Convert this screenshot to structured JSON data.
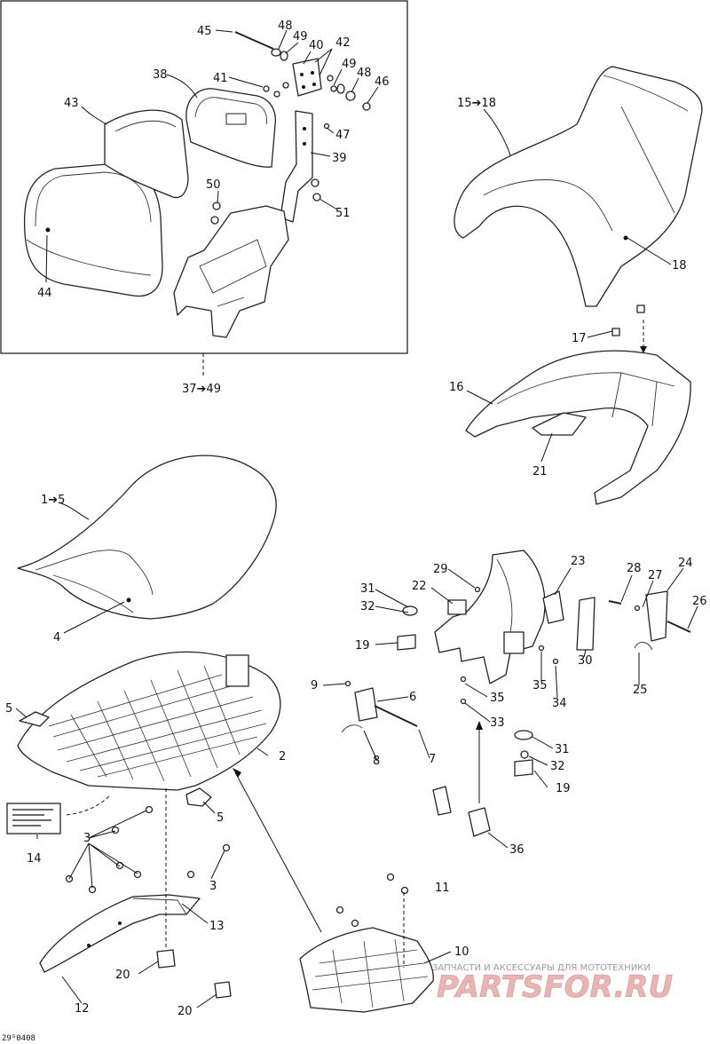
{
  "labels": {
    "l45": "45",
    "l48a": "48",
    "l49a": "49",
    "l40": "40",
    "l42": "42",
    "l41": "41",
    "l49b": "49",
    "l48b": "48",
    "l46": "46",
    "l38": "38",
    "l43": "43",
    "l47": "47",
    "l39": "39",
    "l50": "50",
    "l51": "51",
    "l44": "44",
    "l37_49": "37➔49",
    "l15_18": "15➔18",
    "l18": "18",
    "l17": "17",
    "l16": "16",
    "l21": "21",
    "l1_5": "1➔5",
    "l4": "4",
    "l5a": "5",
    "l2": "2",
    "l5b": "5",
    "l14": "14",
    "l3a": "3",
    "l3b": "3",
    "l13": "13",
    "l12": "12",
    "l20a": "20",
    "l20b": "20",
    "l11": "11",
    "l10": "10",
    "l29": "29",
    "l23": "23",
    "l22": "22",
    "l31a": "31",
    "l32a": "32",
    "l19a": "19",
    "l28": "28",
    "l27": "27",
    "l24": "24",
    "l26": "26",
    "l30": "30",
    "l25": "25",
    "l35a": "35",
    "l35b": "35",
    "l34": "34",
    "l9": "9",
    "l6": "6",
    "l33": "33",
    "l31b": "31",
    "l32b": "32",
    "l19b": "19",
    "l8": "8",
    "l7": "7",
    "l36": "36"
  },
  "watermark": {
    "tagline": "ЗАПЧАСТИ И АКСЕССУАРЫ ДЛЯ МОТОТЕХНИКИ",
    "brand": "PARTSFOR.RU"
  },
  "drawing_code": "29ᴳ0408"
}
